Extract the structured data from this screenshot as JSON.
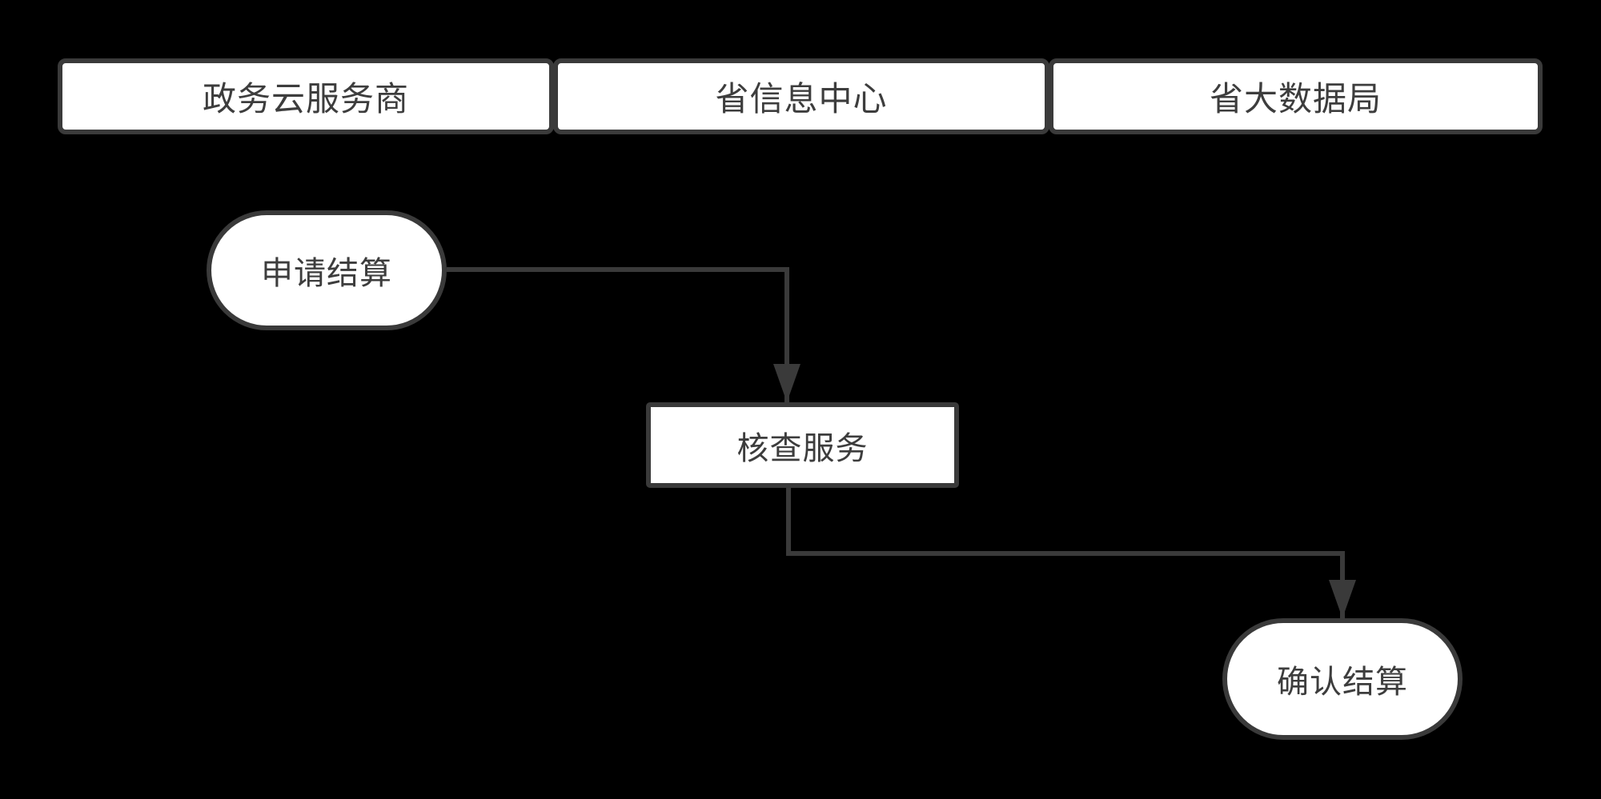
{
  "diagram": {
    "type": "flowchart-with-lanes",
    "lanes": [
      {
        "label": "政务云服务商"
      },
      {
        "label": "省信息中心"
      },
      {
        "label": "省大数据局"
      }
    ],
    "nodes": [
      {
        "id": "apply-settlement",
        "label": "申请结算",
        "shape": "rounded",
        "lane": "政务云服务商"
      },
      {
        "id": "verify-service",
        "label": "核查服务",
        "shape": "rectangle",
        "lane": "省信息中心"
      },
      {
        "id": "confirm-settlement",
        "label": "确认结算",
        "shape": "rounded",
        "lane": "省大数据局"
      }
    ],
    "edges": [
      {
        "from": "申请结算",
        "to": "核查服务",
        "style": "orthogonal-arrow"
      },
      {
        "from": "核查服务",
        "to": "确认结算",
        "style": "orthogonal-arrow"
      }
    ],
    "colors": {
      "background": "#000000",
      "node_fill": "#ffffff",
      "stroke": "#3a3a3a",
      "text": "#3d3d3d"
    }
  }
}
